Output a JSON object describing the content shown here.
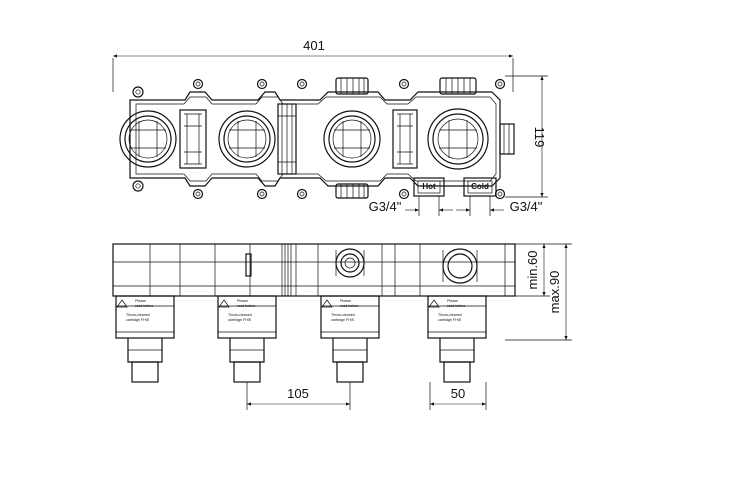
{
  "dimensions": {
    "overall_width": "401",
    "height_top": "119",
    "inlet_left": "G3/4\"",
    "inlet_right": "G3/4\"",
    "depth_min": "min.60",
    "depth_max": "max.90",
    "spacing": "105",
    "outlet_spacing": "50"
  },
  "labels": {
    "hot": "Hot",
    "cold": "Cold"
  },
  "colors": {
    "line": "#111111",
    "background": "#ffffff"
  }
}
